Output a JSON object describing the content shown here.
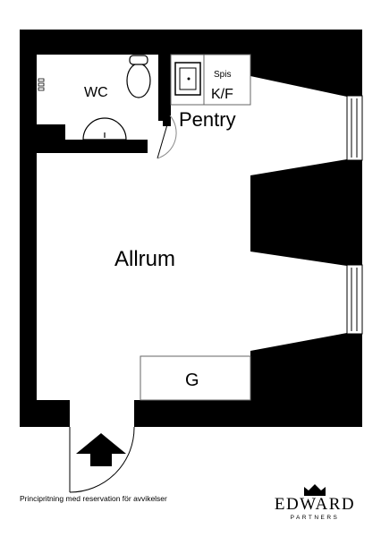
{
  "rooms": {
    "wc": "WC",
    "spis": "Spis",
    "kf": "K/F",
    "pentry": "Pentry",
    "allrum": "Allrum",
    "g": "G"
  },
  "footer": {
    "note": "Principritning med reservation för avvikelser"
  },
  "logo": {
    "name": "EDWARD",
    "sub": "PARTNERS"
  },
  "colors": {
    "wall": "#000000",
    "floor": "#ffffff",
    "line": "#666666"
  },
  "icons": {
    "entrance": "arrow-up-icon",
    "brand": "crown-icon"
  }
}
